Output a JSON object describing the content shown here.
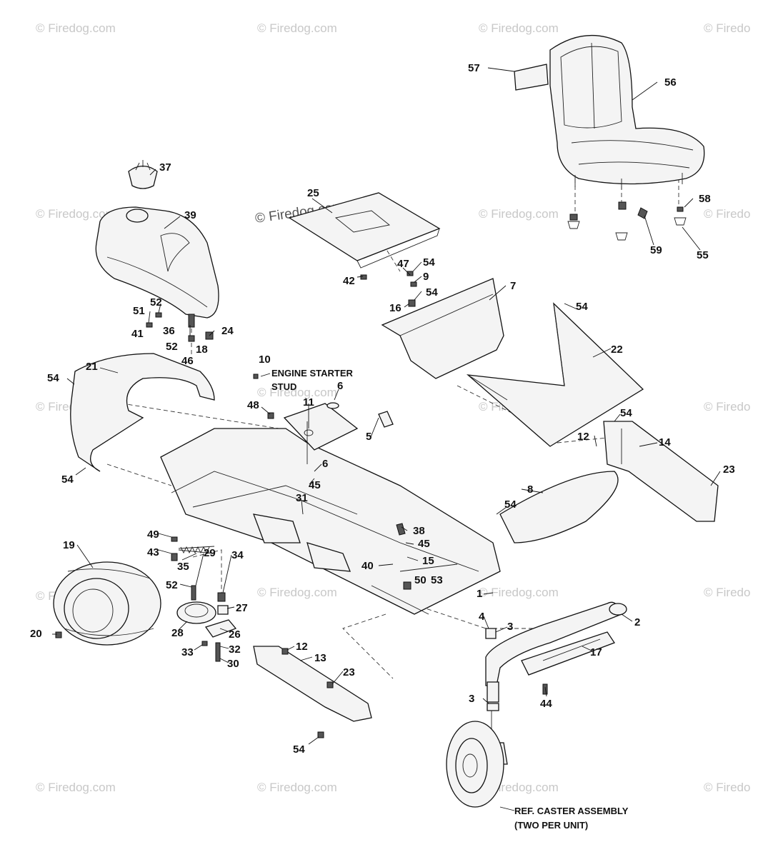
{
  "watermark": {
    "text": "© Firedog.com",
    "text_right_edge": "© Firedo",
    "center_text": "© Firedog.com"
  },
  "notes": {
    "engine_starter_line1": "ENGINE STARTER",
    "engine_starter_line2": "STUD",
    "caster_line1": "REF. CASTER ASSEMBLY",
    "caster_line2": "(TWO PER UNIT)"
  },
  "callouts": [
    "57",
    "56",
    "58",
    "59",
    "55",
    "37",
    "39",
    "25",
    "47",
    "54",
    "9",
    "42",
    "16",
    "54",
    "7",
    "52",
    "51",
    "41",
    "36",
    "52",
    "46",
    "18",
    "24",
    "54",
    "22",
    "10",
    "21",
    "54",
    "6",
    "11",
    "48",
    "5",
    "54",
    "12",
    "14",
    "6",
    "45",
    "23",
    "54",
    "31",
    "8",
    "54",
    "49",
    "43",
    "35",
    "38",
    "45",
    "15",
    "40",
    "50",
    "53",
    "19",
    "29",
    "34",
    "52",
    "27",
    "1",
    "4",
    "3",
    "2",
    "28",
    "26",
    "20",
    "33",
    "32",
    "30",
    "12",
    "13",
    "23",
    "17",
    "3",
    "44",
    "54"
  ],
  "colors": {
    "line": "#111111",
    "watermark": "#c8c8c8",
    "background": "#ffffff"
  }
}
